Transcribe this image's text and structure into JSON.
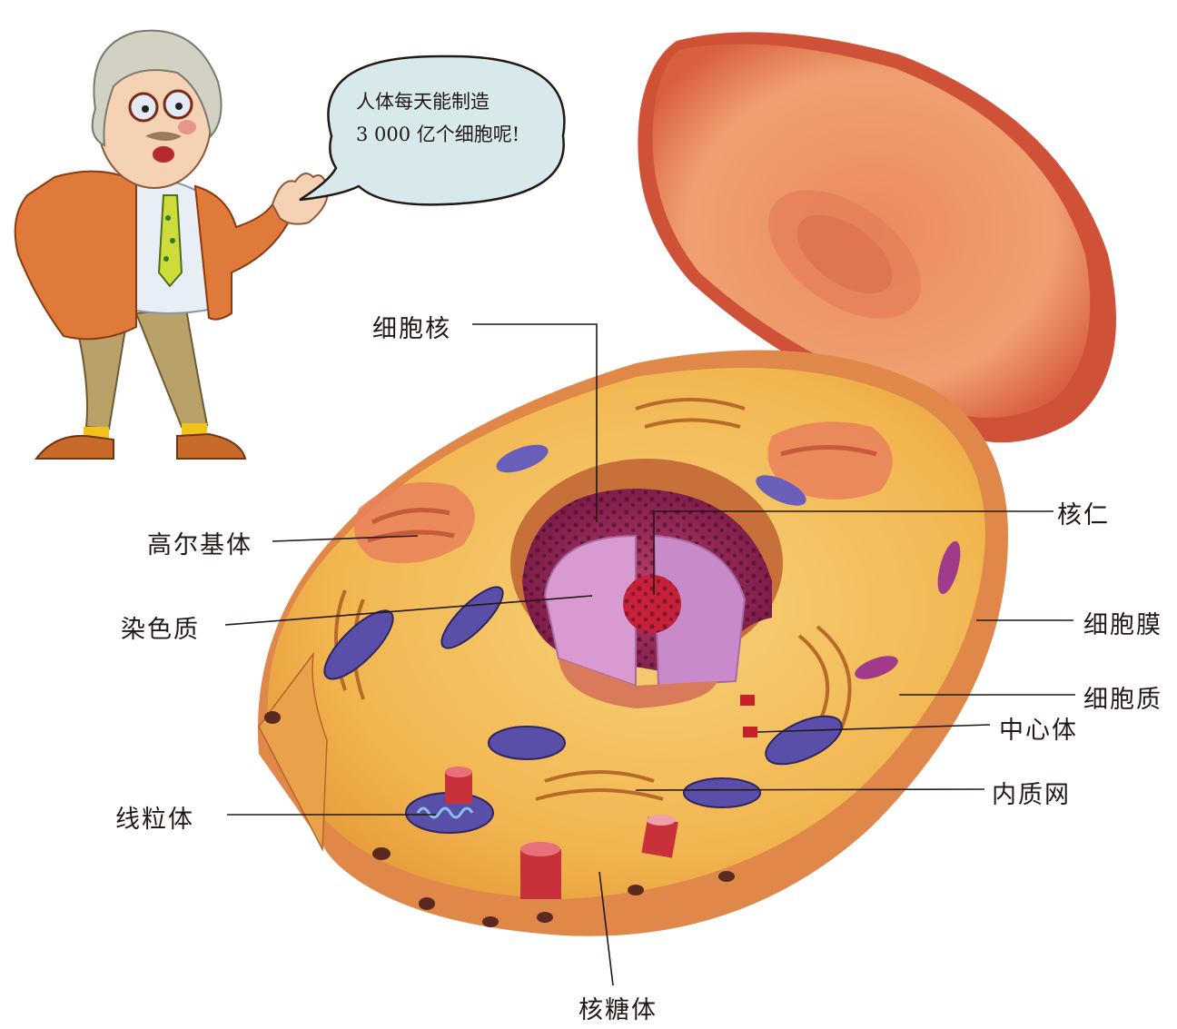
{
  "speech_bubble": {
    "line1": "人体每天能制造",
    "line2": "3 000 亿个细胞呢!"
  },
  "labels": {
    "nucleus": "细胞核",
    "golgi": "高尔基体",
    "chromatin": "染色质",
    "mitochondria": "线粒体",
    "nucleolus": "核仁",
    "membrane": "细胞膜",
    "cytoplasm": "细胞质",
    "centrosome": "中心体",
    "er": "内质网",
    "ribosome": "核糖体"
  }
}
